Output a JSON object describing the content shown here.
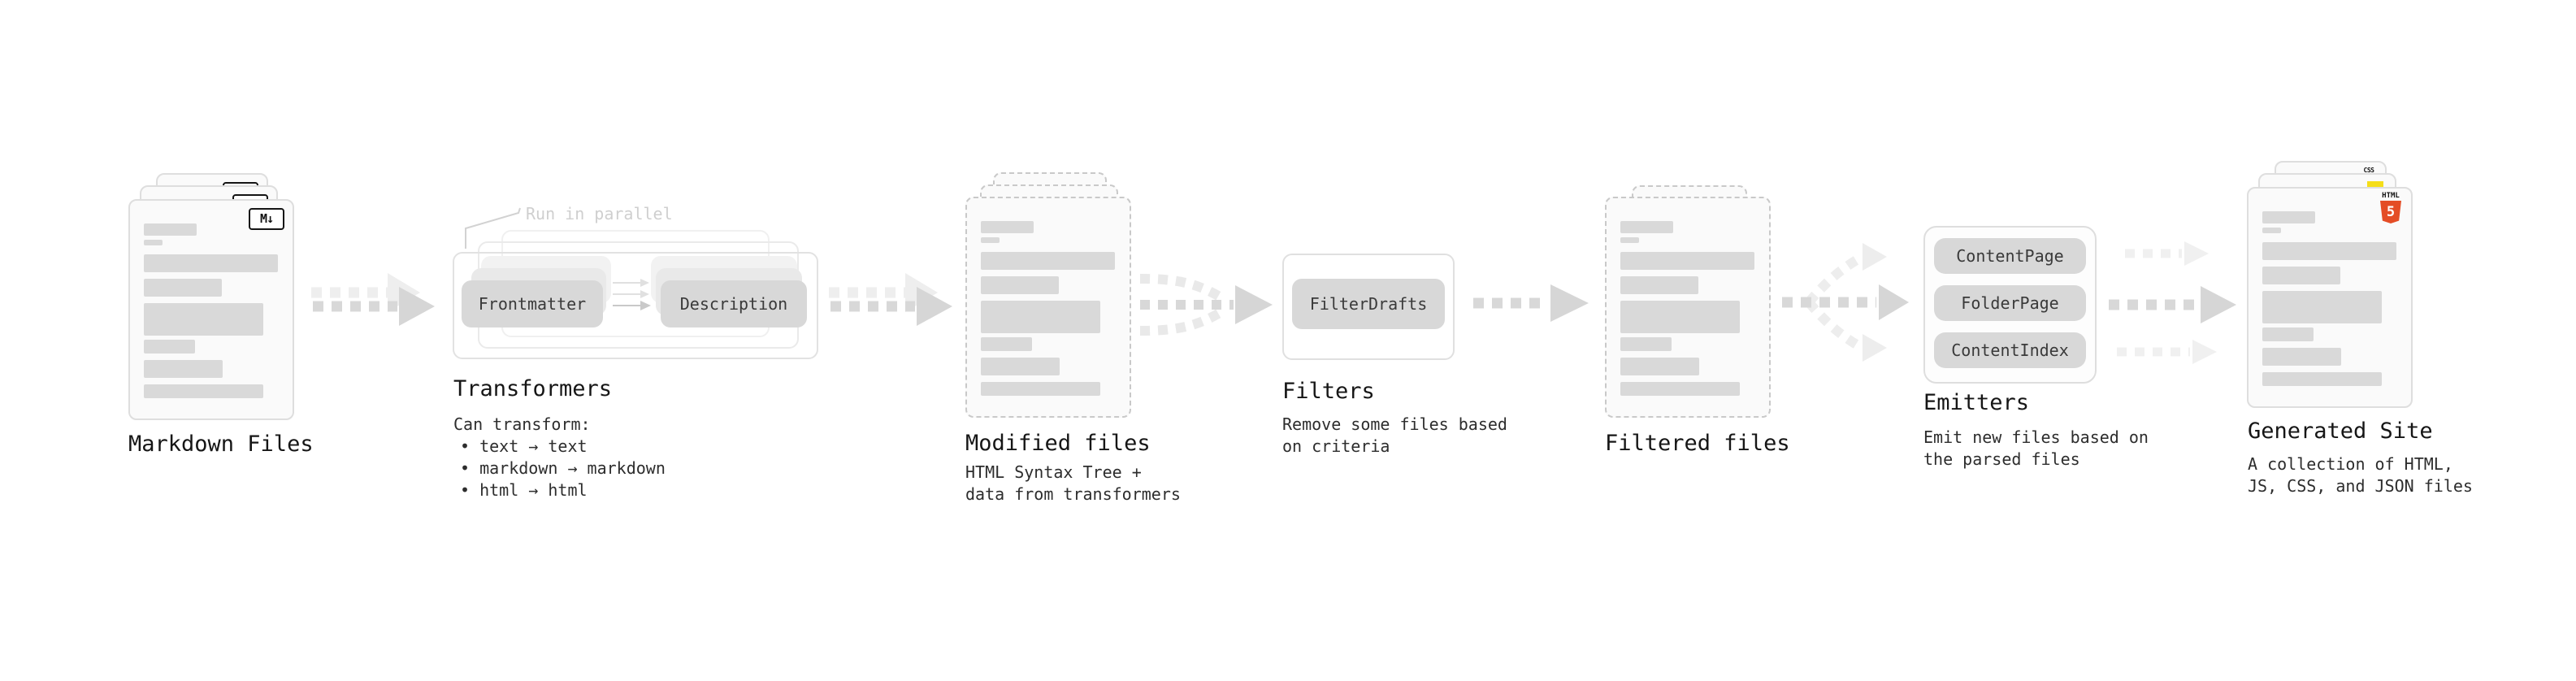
{
  "stages": {
    "markdown": {
      "label": "Markdown Files",
      "badge": "M↓"
    },
    "transformers": {
      "label": "Transformers",
      "note": "Run in parallel",
      "chip_left": "Frontmatter",
      "chip_right": "Description",
      "desc_heading": "Can transform:",
      "bullets": [
        "• text → text",
        "• markdown → markdown",
        "• html → html"
      ]
    },
    "modified": {
      "label": "Modified files",
      "desc": "HTML Syntax Tree +\ndata from transformers"
    },
    "filters": {
      "label": "Filters",
      "chip": "FilterDrafts",
      "desc": "Remove some files based\non criteria"
    },
    "filtered": {
      "label": "Filtered files"
    },
    "emitters": {
      "label": "Emitters",
      "chips": [
        "ContentPage",
        "FolderPage",
        "ContentIndex"
      ],
      "desc": "Emit new files based on\nthe parsed files"
    },
    "generated": {
      "label": "Generated Site",
      "desc": "A collection of HTML,\nJS, CSS, and JSON files",
      "badge_css": "CSS",
      "badge_html_word": "HTML",
      "badge_html_number": "5"
    }
  },
  "colors": {
    "html5_orange": "#e44d26",
    "js_yellow": "#f5de19",
    "css_blue": "#2963f0",
    "bar_gray": "#d9d9d9",
    "arrow_gray": "#d6d6d6"
  }
}
